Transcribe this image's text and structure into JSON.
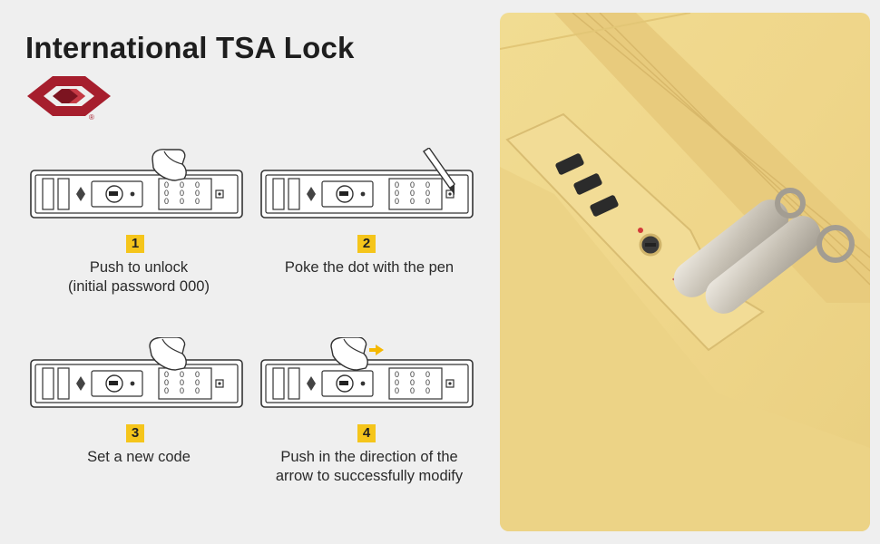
{
  "page": {
    "title": "International TSA Lock",
    "logo_mark": "®",
    "accent_color": "#f5c51b",
    "logo_color": "#a61e2d"
  },
  "steps": [
    {
      "number": "1",
      "caption_line1": "Push to unlock",
      "caption_line2": "(initial password 000)",
      "lock_digits": "0",
      "hand_icon": "pointing-hand-icon"
    },
    {
      "number": "2",
      "caption_line1": "Poke the dot with the pen",
      "caption_line2": "",
      "lock_digits": "0",
      "hand_icon": "pen-icon"
    },
    {
      "number": "3",
      "caption_line1": "Set a new code",
      "caption_line2": "",
      "lock_digits": "0",
      "hand_icon": "pointing-hand-icon"
    },
    {
      "number": "4",
      "caption_line1": "Push in the direction of the",
      "caption_line2": "arrow to successfully modify",
      "lock_digits": "0",
      "hand_icon": "pointing-hand-icon"
    }
  ],
  "photo": {
    "subject": "suitcase-tsa-lock-photo",
    "color": "#efd789"
  }
}
